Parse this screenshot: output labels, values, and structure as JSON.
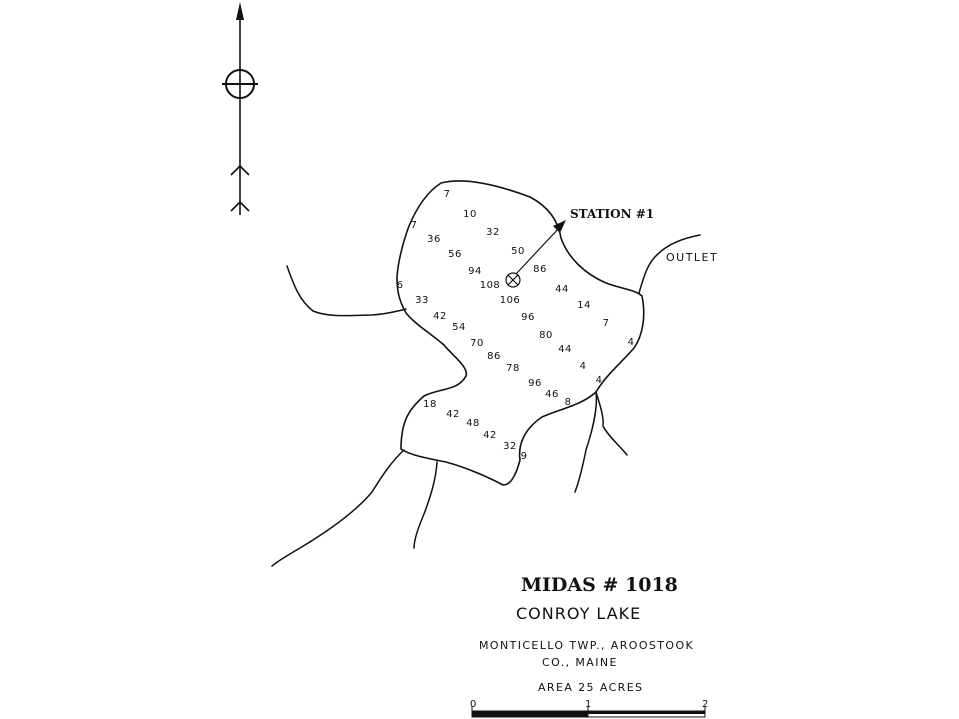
{
  "title": "MIDAS # 1018",
  "lake_name": "CONROY LAKE",
  "location_line1": "MONTICELLO TWP., AROOSTOOK",
  "location_line2": "CO., MAINE",
  "area": "AREA 25 ACRES",
  "station_label": "STATION #1",
  "outlet_label": "OUTLET",
  "scale": {
    "ticks": [
      "0",
      "1",
      "2"
    ]
  },
  "soundings": [
    "7",
    "10",
    "32",
    "7",
    "36",
    "56",
    "50",
    "94",
    "86",
    "108",
    "6",
    "106",
    "44",
    "33",
    "14",
    "42",
    "96",
    "54",
    "7",
    "80",
    "4",
    "70",
    "44",
    "86",
    "78",
    "4",
    "4",
    "96",
    "46",
    "8",
    "18",
    "42",
    "48",
    "42",
    "32",
    "9"
  ],
  "icons": [
    "north-arrow-icon",
    "compass-circle-icon",
    "station-marker-icon"
  ],
  "colors": {
    "ink": "#111111",
    "paper": "#ffffff"
  }
}
